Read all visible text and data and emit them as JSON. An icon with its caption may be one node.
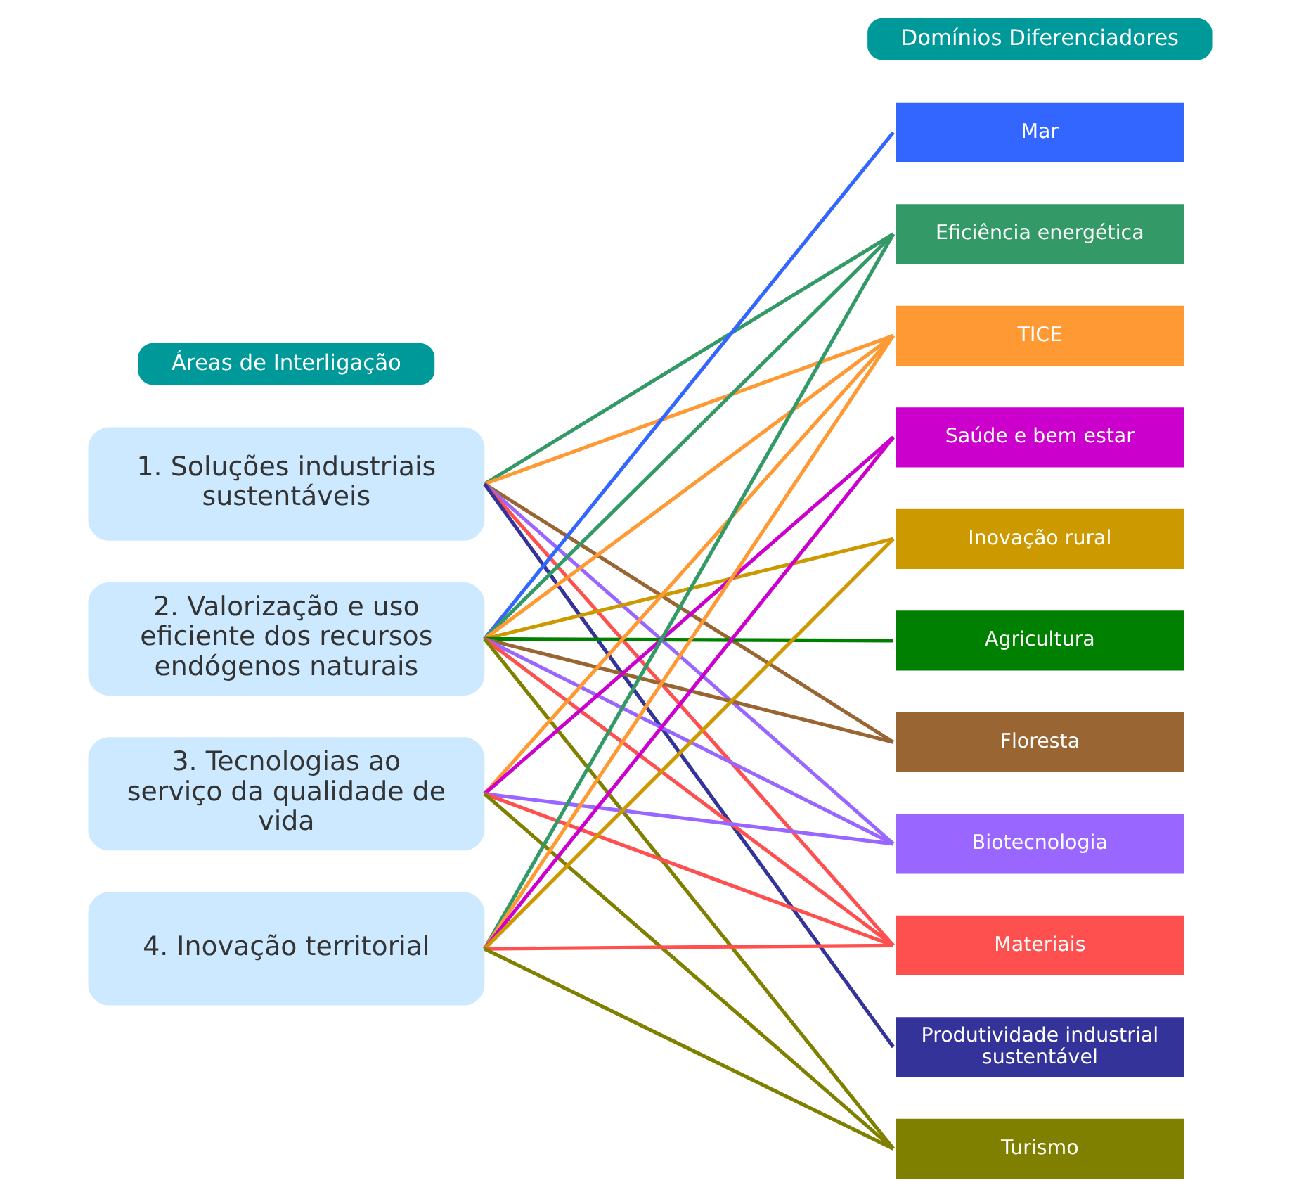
{
  "diagram": {
    "nodes": [
      {
        "text": [
          "Áreas de Interligação"
        ]
      },
      {
        "text": [
          "Domínios Diferenciadores"
        ]
      },
      {
        "text": [
          "1. Soluções industriais sustentáveis"
        ]
      },
      {
        "text": [
          "2. Valorização e uso eficiente dos recursos endógenos naturais"
        ]
      },
      {
        "text": [
          "3. Tecnologias ao serviço da qualidade de vida"
        ]
      },
      {
        "text": [
          "4. Inovação territorial"
        ]
      },
      {
        "text": [
          "Mar"
        ]
      },
      {
        "text": [
          "Eficiência energética"
        ]
      },
      {
        "text": [
          "TICE"
        ]
      },
      {
        "text": [
          "Saúde e bem estar"
        ]
      },
      {
        "text": [
          "Inovação rural"
        ]
      },
      {
        "text": [
          "Agricultura"
        ]
      },
      {
        "text": [
          "Floresta"
        ]
      },
      {
        "text": [
          "Biotecnologia"
        ]
      },
      {
        "text": [
          "Materiais"
        ]
      },
      {
        "text": [
          "Produtividade industrial sustentável"
        ]
      },
      {
        "text": [
          "Turismo"
        ]
      }
    ],
    "edges": [
      {
        "from": 2,
        "to": 7,
        "arrow": "none",
        "color": "#339966"
      },
      {
        "from": 2,
        "to": 8,
        "arrow": "none",
        "color": "#ff9933"
      },
      {
        "from": 2,
        "to": 12,
        "arrow": "none",
        "color": "#996633"
      },
      {
        "from": 2,
        "to": 13,
        "arrow": "none",
        "color": "#9966ff"
      },
      {
        "from": 2,
        "to": 14,
        "arrow": "none",
        "color": "#ff5050"
      },
      {
        "from": 2,
        "to": 15,
        "arrow": "none",
        "color": "#333399"
      },
      {
        "from": 3,
        "to": 6,
        "arrow": "none",
        "color": "#3366ff"
      },
      {
        "from": 3,
        "to": 7,
        "arrow": "none",
        "color": "#339966"
      },
      {
        "from": 3,
        "to": 8,
        "arrow": "none",
        "color": "#ff9933"
      },
      {
        "from": 3,
        "to": 10,
        "arrow": "none",
        "color": "#cc9900"
      },
      {
        "from": 3,
        "to": 11,
        "arrow": "none",
        "color": "#008000"
      },
      {
        "from": 3,
        "to": 12,
        "arrow": "none",
        "color": "#996633"
      },
      {
        "from": 3,
        "to": 13,
        "arrow": "none",
        "color": "#9966ff"
      },
      {
        "from": 3,
        "to": 14,
        "arrow": "none",
        "color": "#ff5050"
      },
      {
        "from": 3,
        "to": 16,
        "arrow": "none",
        "color": "#808000"
      },
      {
        "from": 4,
        "to": 8,
        "arrow": "none",
        "color": "#ff9933"
      },
      {
        "from": 4,
        "to": 9,
        "arrow": "none",
        "color": "#cc00cc"
      },
      {
        "from": 4,
        "to": 13,
        "arrow": "none",
        "color": "#9966ff"
      },
      {
        "from": 4,
        "to": 14,
        "arrow": "none",
        "color": "#ff5050"
      },
      {
        "from": 4,
        "to": 16,
        "arrow": "none",
        "color": "#808000"
      },
      {
        "from": 5,
        "to": 7,
        "arrow": "none",
        "color": "#339966"
      },
      {
        "from": 5,
        "to": 8,
        "arrow": "none",
        "color": "#ff9933"
      },
      {
        "from": 5,
        "to": 9,
        "arrow": "none",
        "color": "#cc00cc"
      },
      {
        "from": 5,
        "to": 10,
        "arrow": "none",
        "color": "#cc9900"
      },
      {
        "from": 5,
        "to": 14,
        "arrow": "none",
        "color": "#ff5050"
      },
      {
        "from": 5,
        "to": 16,
        "arrow": "none",
        "color": "#808000"
      }
    ]
  }
}
